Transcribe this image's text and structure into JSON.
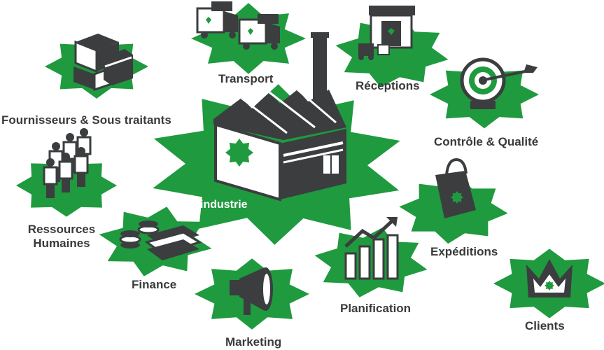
{
  "colors": {
    "green": "#1f9a3f",
    "dark": "#3b3d3f",
    "text": "#3a3a3a",
    "white": "#ffffff"
  },
  "hub": {
    "label": "industrie",
    "icon": "factory-icon"
  },
  "nodes": [
    {
      "key": "transport",
      "label": "Transport",
      "icon": "truck-icon"
    },
    {
      "key": "receptions",
      "label": "Réceptions",
      "icon": "warehouse-icon"
    },
    {
      "key": "controle",
      "label": "Contrôle & Qualité",
      "icon": "target-icon"
    },
    {
      "key": "expeditions",
      "label": "Expéditions",
      "icon": "shopping-bag-icon"
    },
    {
      "key": "clients",
      "label": "Clients",
      "icon": "crown-icon"
    },
    {
      "key": "planification",
      "label": "Planification",
      "icon": "bar-chart-icon"
    },
    {
      "key": "marketing",
      "label": "Marketing",
      "icon": "megaphone-icon"
    },
    {
      "key": "finance",
      "label": "Finance",
      "icon": "money-icon"
    },
    {
      "key": "rh",
      "label_line1": "Ressources",
      "label_line2": "Humaines",
      "icon": "people-icon"
    },
    {
      "key": "fournisseurs",
      "label": "Fournisseurs & Sous traitants",
      "icon": "boxes-icon"
    }
  ]
}
